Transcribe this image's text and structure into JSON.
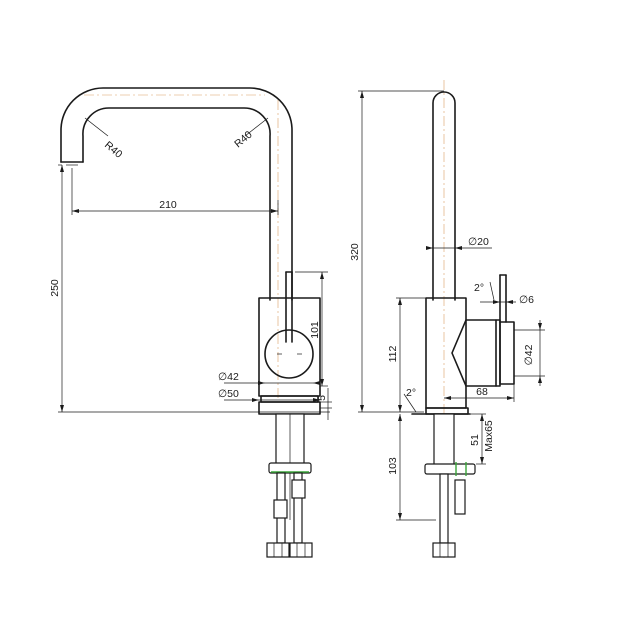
{
  "front_view": {
    "radius_left": "R40",
    "radius_right": "R40",
    "spout_reach": "210",
    "overall_height": "250",
    "handle_height": "101",
    "lever_diameter": "∅42",
    "base_diameter": "∅50",
    "base_thickness": "5"
  },
  "side_view": {
    "total_height": "320",
    "spout_diameter": "∅20",
    "lever_angle": "2°",
    "lever_diameter": "∅6",
    "body_diameter": "∅42",
    "body_height": "112",
    "body_depth": "68",
    "base_angle": "2°",
    "shank_length": "103",
    "deck_thickness": "51",
    "deck_max": "Max65"
  },
  "colors": {
    "line": "#1a1a1a",
    "centerline": "#d9a066",
    "gasket": "#3aa63a"
  }
}
